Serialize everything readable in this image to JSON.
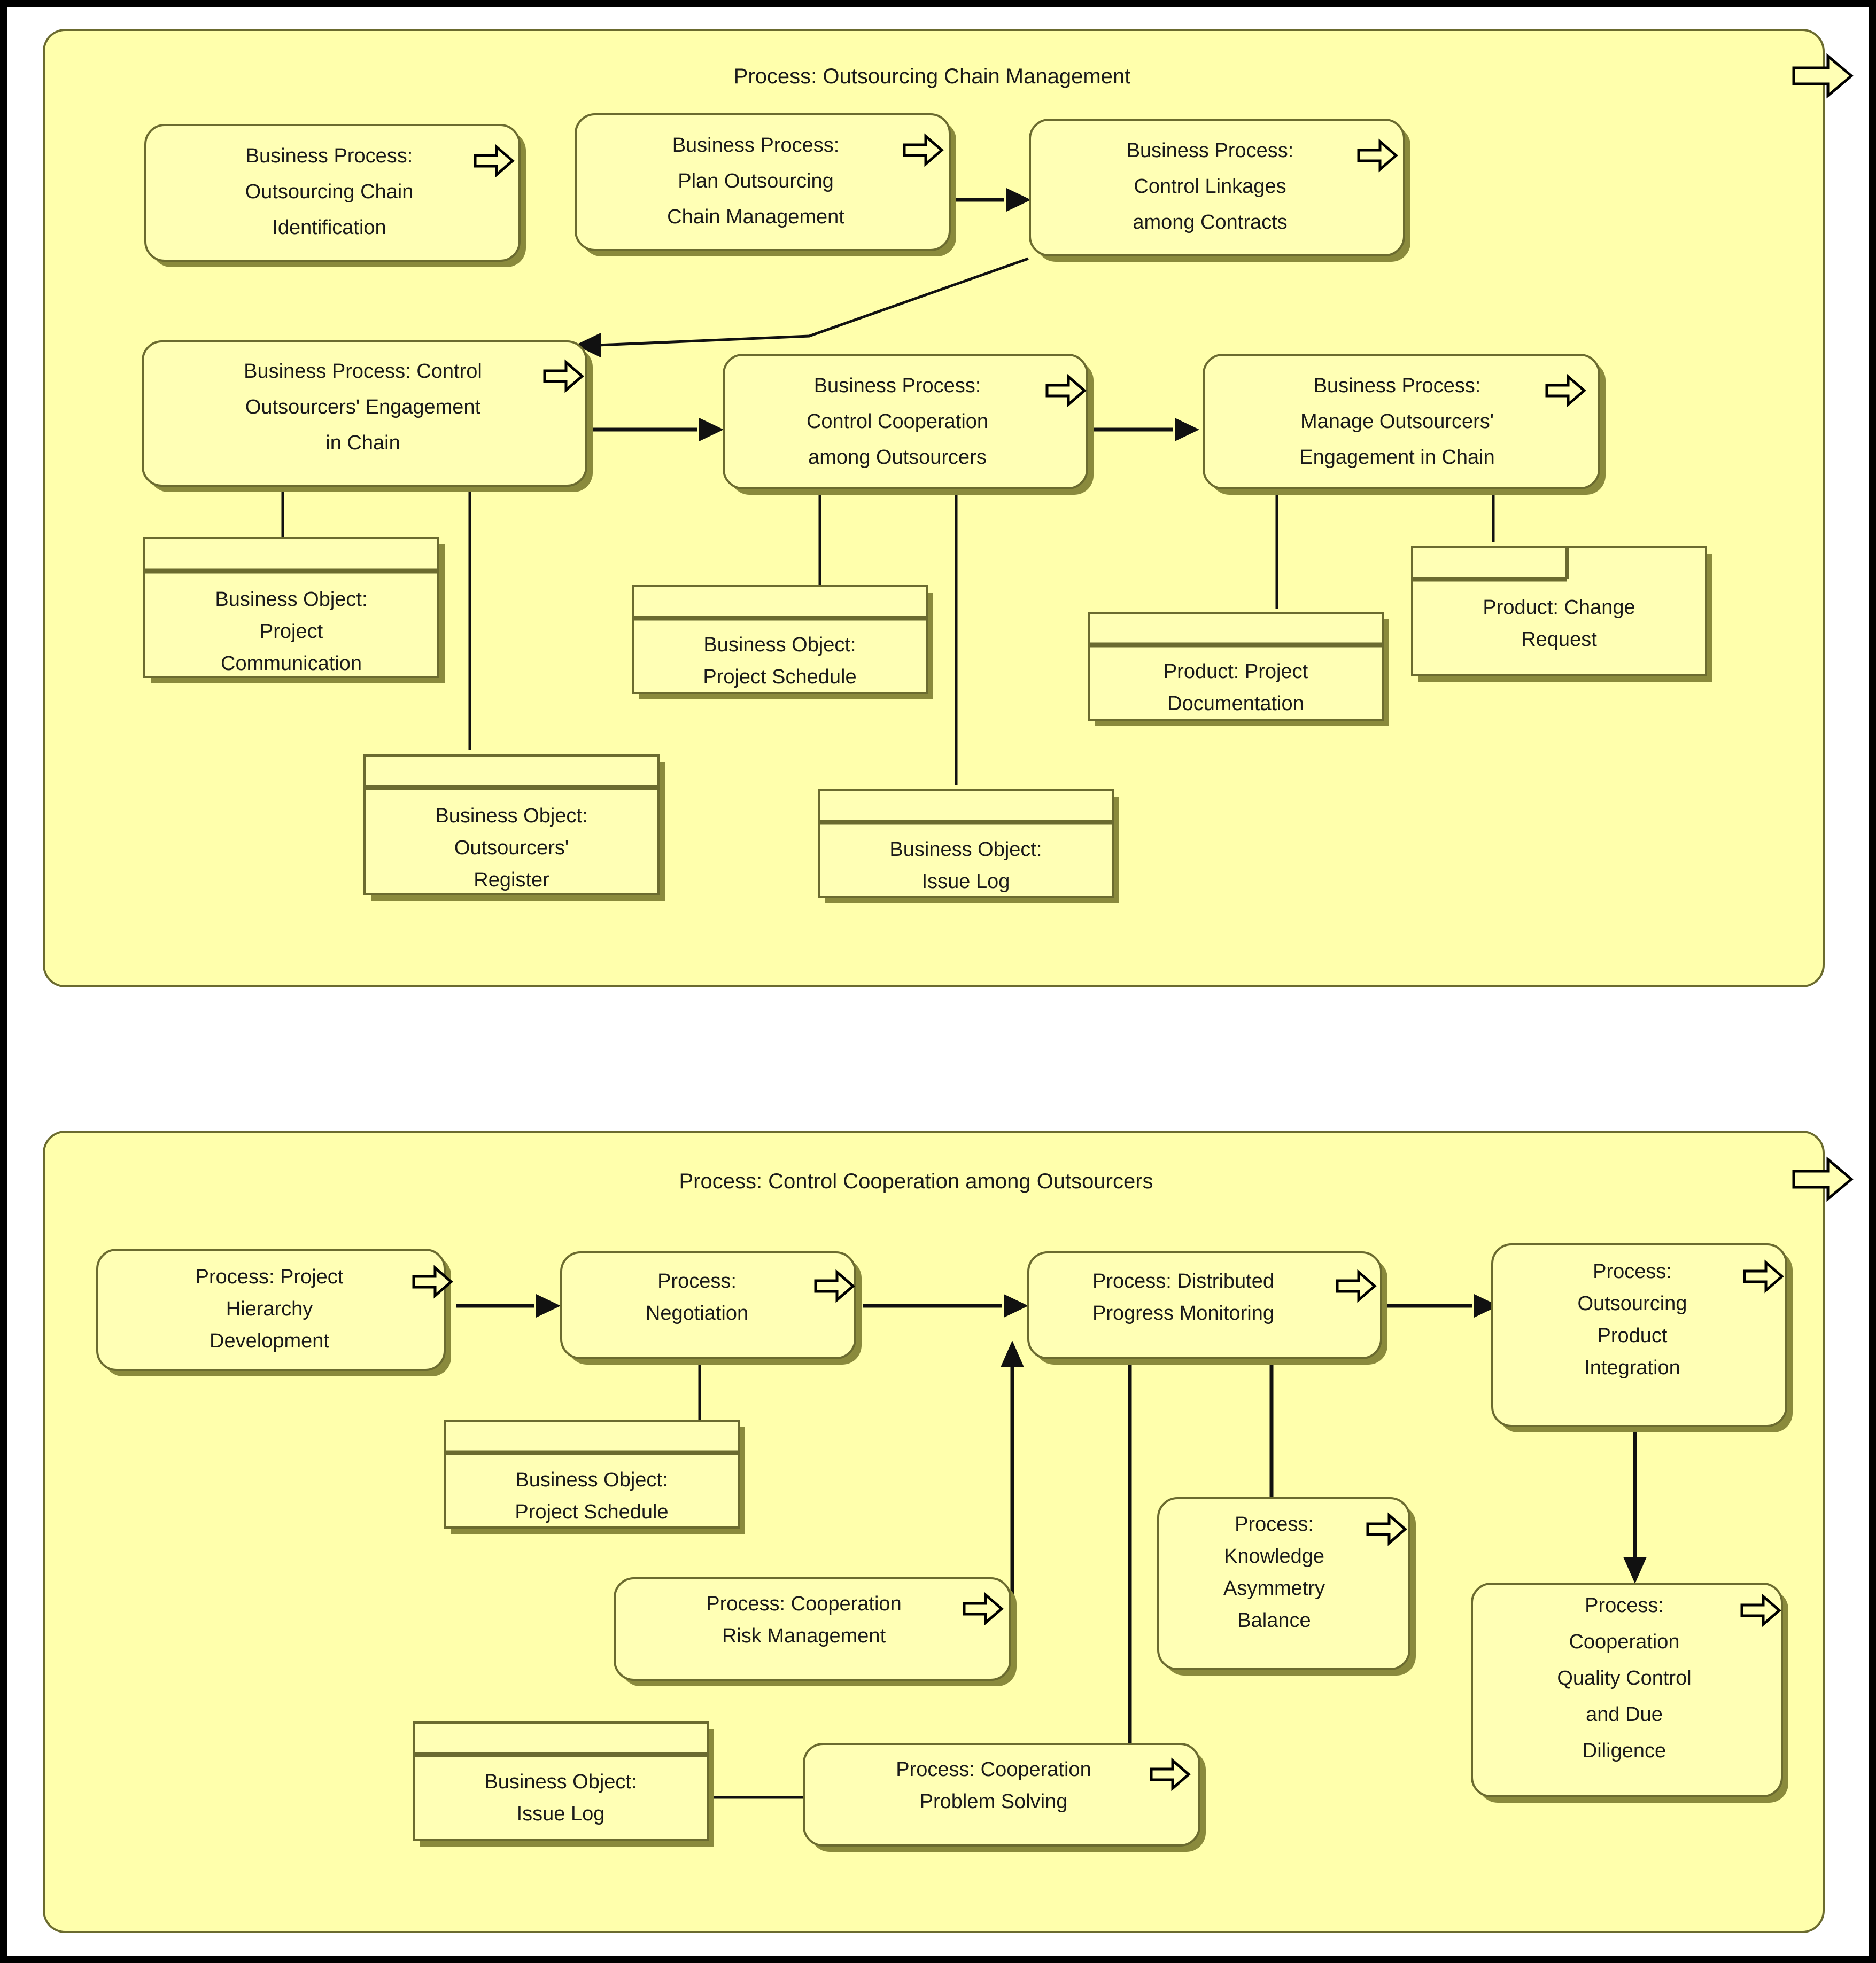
{
  "diagram": {
    "title": "Outsourcing Chain Management process decomposition",
    "colors": {
      "panel_fill": "#ffffac",
      "node_fill": "#ffffb5",
      "node_stroke": "#6b6b2f",
      "shadow": "#8a8a3c",
      "connector": "#111111",
      "outer_frame": "#000000"
    },
    "icon_names": {
      "process": "process-arrow-icon",
      "group": "group-arrow-icon"
    }
  },
  "panels": [
    {
      "id": "panel-outsourcing-chain-management",
      "title": "Process: Outsourcing Chain  Management",
      "corner_icon": "process-arrow-icon",
      "nodes": [
        {
          "id": "n1",
          "kind": "business-process",
          "lines": [
            "Business Process:",
            "Outsourcing Chain",
            "Identification"
          ]
        },
        {
          "id": "n2",
          "kind": "business-process",
          "lines": [
            "Business Process:",
            "Plan Outsourcing",
            "Chain Management"
          ]
        },
        {
          "id": "n3",
          "kind": "business-process",
          "lines": [
            "Business Process:",
            "Control Linkages",
            "among Contracts"
          ]
        },
        {
          "id": "n4",
          "kind": "business-process",
          "lines": [
            "Business Process: Control",
            "Outsourcers'  Engagement",
            "in Chain"
          ]
        },
        {
          "id": "n5",
          "kind": "business-process",
          "lines": [
            "Business Process:",
            "Control Cooperation",
            "among Outsourcers"
          ]
        },
        {
          "id": "n6",
          "kind": "business-process",
          "lines": [
            "Business Process:",
            "Manage Outsourcers'",
            "Engagement in Chain"
          ]
        },
        {
          "id": "n7",
          "kind": "business-object",
          "lines": [
            "Business Object:",
            "Project",
            "Communication"
          ]
        },
        {
          "id": "n8",
          "kind": "business-object",
          "lines": [
            "Business Object:",
            "Project Schedule"
          ]
        },
        {
          "id": "n9",
          "kind": "product",
          "lines": [
            "Product: Project",
            "Documentation"
          ]
        },
        {
          "id": "n10",
          "kind": "product-tab",
          "lines": [
            "Product: Change",
            "Request"
          ]
        },
        {
          "id": "n11",
          "kind": "business-object",
          "lines": [
            "Business Object:",
            "Outsourcers'",
            "Register"
          ]
        },
        {
          "id": "n12",
          "kind": "business-object",
          "lines": [
            "Business Object:",
            "Issue Log"
          ]
        }
      ],
      "connections": [
        {
          "from": "n1",
          "to": "n2",
          "type": "arrow"
        },
        {
          "from": "n2",
          "to": "n3",
          "type": "arrow"
        },
        {
          "from": "n3",
          "to": "n4",
          "type": "arrow-polyline"
        },
        {
          "from": "n4",
          "to": "n5",
          "type": "arrow"
        },
        {
          "from": "n5",
          "to": "n6",
          "type": "arrow"
        },
        {
          "from": "n4",
          "to": "n7",
          "type": "line"
        },
        {
          "from": "n4",
          "to": "n11",
          "type": "line"
        },
        {
          "from": "n5",
          "to": "n8",
          "type": "line"
        },
        {
          "from": "n5",
          "to": "n12",
          "type": "line"
        },
        {
          "from": "n6",
          "to": "n9",
          "type": "line"
        },
        {
          "from": "n6",
          "to": "n10",
          "type": "line"
        }
      ]
    },
    {
      "id": "panel-control-cooperation-among-outsourcers",
      "title": "Process: Control Cooperation among Outsourcers",
      "corner_icon": "process-arrow-icon",
      "nodes": [
        {
          "id": "m1",
          "kind": "business-process",
          "lines": [
            "Process: Project",
            "Hierarchy",
            "Development"
          ]
        },
        {
          "id": "m2",
          "kind": "business-process",
          "lines": [
            "Process:",
            "Negotiation"
          ]
        },
        {
          "id": "m3",
          "kind": "business-process",
          "lines": [
            "Process: Distributed",
            "Progress Monitoring"
          ]
        },
        {
          "id": "m4",
          "kind": "business-process",
          "lines": [
            "Process:",
            "Outsourcing",
            "Product",
            "Integration"
          ]
        },
        {
          "id": "m5",
          "kind": "business-object",
          "lines": [
            "Business Object:",
            "Project Schedule"
          ]
        },
        {
          "id": "m6",
          "kind": "business-process",
          "lines": [
            "Process: Cooperation",
            "Risk Management"
          ]
        },
        {
          "id": "m7",
          "kind": "business-process",
          "lines": [
            "Process:",
            "Knowledge",
            "Asymmetry",
            "Balance"
          ]
        },
        {
          "id": "m8",
          "kind": "business-process",
          "lines": [
            "Process:",
            "Cooperation",
            "Quality Control",
            "and Due",
            "Diligence"
          ]
        },
        {
          "id": "m9",
          "kind": "business-object",
          "lines": [
            "Business Object:",
            "Issue Log"
          ]
        },
        {
          "id": "m10",
          "kind": "business-process",
          "lines": [
            "Process: Cooperation",
            "Problem Solving"
          ]
        }
      ],
      "connections": [
        {
          "from": "m1",
          "to": "m2",
          "type": "arrow"
        },
        {
          "from": "m2",
          "to": "m3",
          "type": "arrow"
        },
        {
          "from": "m3",
          "to": "m4",
          "type": "arrow"
        },
        {
          "from": "m4",
          "to": "m8",
          "type": "arrow-down"
        },
        {
          "from": "m2",
          "to": "m5",
          "type": "line"
        },
        {
          "from": "m6",
          "to": "m3",
          "type": "arrow-up"
        },
        {
          "from": "m7",
          "to": "m3",
          "type": "arrow-up"
        },
        {
          "from": "m10",
          "to": "m3",
          "type": "arrow-up"
        },
        {
          "from": "m9",
          "to": "m10",
          "type": "line"
        }
      ]
    }
  ]
}
